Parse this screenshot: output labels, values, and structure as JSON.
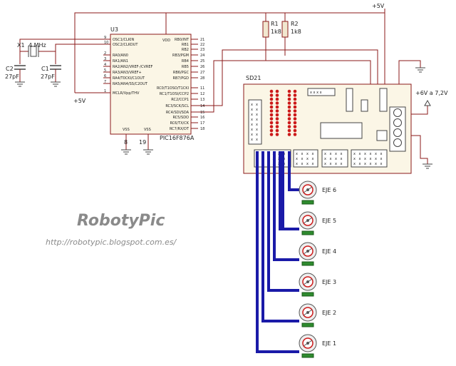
{
  "title": "RobotyPic",
  "url": "http://robotypic.blogspot.com.es/",
  "power": {
    "vplus": "+5V",
    "servo_supply": "+6V a 7,2V"
  },
  "mcu": {
    "ref": "U3",
    "part": "PIC16F876A",
    "vdd": "VDD",
    "vss": "VSS",
    "left_pins": [
      {
        "num": "9",
        "name": "OSC1/CLKIN"
      },
      {
        "num": "10",
        "name": "OSC2/CLKOUT"
      },
      {
        "num": "2",
        "name": "RA0/AN0"
      },
      {
        "num": "3",
        "name": "RA1/AN1"
      },
      {
        "num": "4",
        "name": "RA2/AN2/VREF-/CVREF"
      },
      {
        "num": "5",
        "name": "RA3/AN3/VREF+"
      },
      {
        "num": "6",
        "name": "RA4/T0CKI/C1OUT"
      },
      {
        "num": "7",
        "name": "RA5/AN4/SS/C2OUT"
      },
      {
        "num": "1",
        "name": "MCLR/Vpp/THV"
      }
    ],
    "right_pins": [
      {
        "num": "21",
        "name": "RB0/INT"
      },
      {
        "num": "22",
        "name": "RB1"
      },
      {
        "num": "23",
        "name": "RB2"
      },
      {
        "num": "24",
        "name": "RB3/PGM"
      },
      {
        "num": "25",
        "name": "RB4"
      },
      {
        "num": "26",
        "name": "RB5"
      },
      {
        "num": "27",
        "name": "RB6/PGC"
      },
      {
        "num": "28",
        "name": "RB7/PGD"
      },
      {
        "num": "11",
        "name": "RC0/T1OSO/T1CKI"
      },
      {
        "num": "12",
        "name": "RC1/T1OSI/CCP2"
      },
      {
        "num": "13",
        "name": "RC2/CCP1"
      },
      {
        "num": "14",
        "name": "RC3/SCK/SCL"
      },
      {
        "num": "15",
        "name": "RC4/SDI/SDA"
      },
      {
        "num": "16",
        "name": "RC5/SDO"
      },
      {
        "num": "17",
        "name": "RC6/TX/CK"
      },
      {
        "num": "18",
        "name": "RC7/RX/DT"
      }
    ],
    "bottom_pins": [
      "8",
      "19"
    ]
  },
  "crystal": {
    "ref": "X1",
    "value": "4 MHz"
  },
  "capacitors": [
    {
      "ref": "C2",
      "value": "27pF"
    },
    {
      "ref": "C1",
      "value": "27pF"
    }
  ],
  "resistors": [
    {
      "ref": "R1",
      "value": "1k8"
    },
    {
      "ref": "R2",
      "value": "1k8"
    }
  ],
  "board": {
    "ref": "SD21"
  },
  "servos": [
    "EJE 6",
    "EJE 5",
    "EJE 4",
    "EJE 3",
    "EJE 2",
    "EJE 1"
  ],
  "colors": {
    "wire": "#8b1a1a",
    "bus": "#1a1aa8",
    "led": "#cc1a1a",
    "servo_tag": "#2e8b2e"
  }
}
